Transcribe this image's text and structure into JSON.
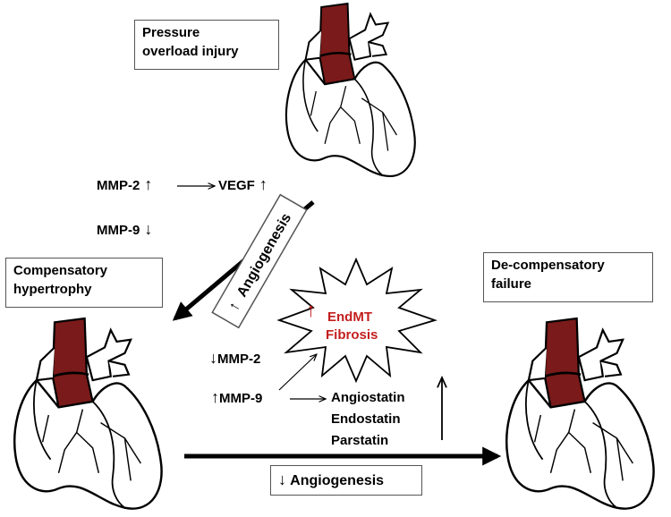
{
  "stages": {
    "pressure_overload": {
      "line1": "Pressure",
      "line2": "overload injury"
    },
    "compensatory": {
      "line1": "Compensatory",
      "line2": "hypertrophy"
    },
    "decompensatory": {
      "line1": "De-compensatory",
      "line2": "failure"
    }
  },
  "upper_factors": {
    "mmp2": "MMP-2",
    "vegf": "VEGF",
    "mmp9": "MMP-9"
  },
  "angiogenesis_up": {
    "arrow": "↑",
    "text": "Angiogenesis"
  },
  "burst": {
    "arrow": "↑",
    "line1": "EndMT",
    "line2": "Fibrosis"
  },
  "lower_factors": {
    "mmp2": "MMP-2",
    "mmp9": "MMP-9",
    "inhibitors": [
      "Angiostatin",
      "Endostatin",
      "Parstatin"
    ]
  },
  "angiogenesis_down": {
    "arrow": "↓",
    "text": "Angiogenesis"
  },
  "colors": {
    "heart_red": "#7a1a1a",
    "highlight_red": "#c41e1e",
    "ink": "#000000"
  }
}
